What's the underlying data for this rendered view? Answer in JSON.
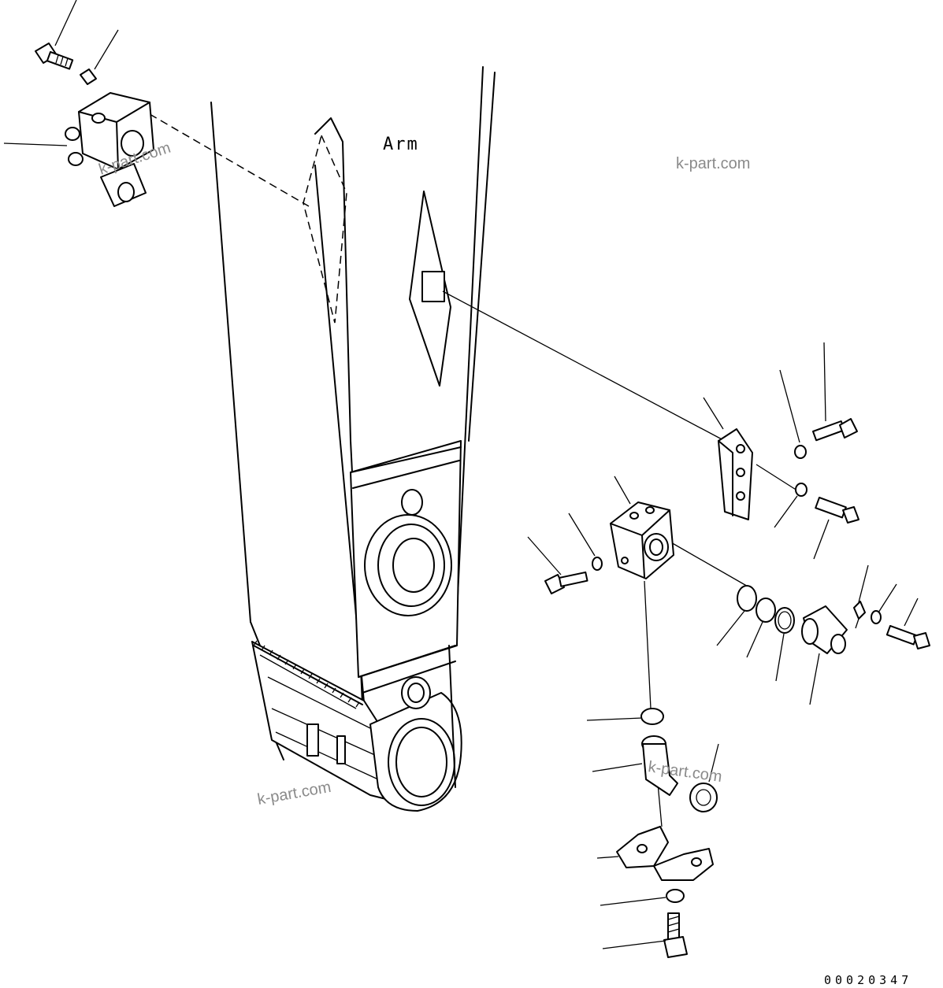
{
  "diagram": {
    "main_label": "Arm",
    "watermarks": [
      "k-part.com",
      "k-part.com",
      "k-part.com",
      "k-part.com"
    ],
    "drawing_code": "00020347"
  }
}
